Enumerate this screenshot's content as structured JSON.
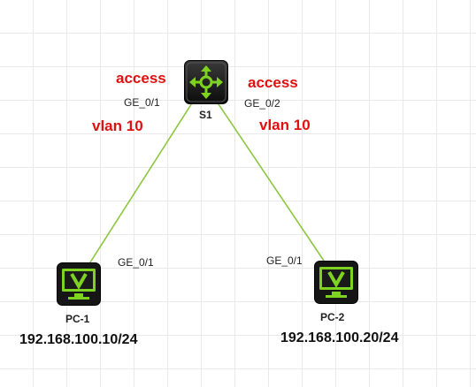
{
  "colors": {
    "link": "#8cc63f",
    "annotation": "#e01010",
    "device_body": "#1a1a1a",
    "device_accent": "#7ed321"
  },
  "devices": {
    "switch": {
      "name": "S1",
      "icon": "switch-icon"
    },
    "pc1": {
      "name": "PC-1",
      "icon": "pc-monitor-icon",
      "ip": "192.168.100.10/24"
    },
    "pc2": {
      "name": "PC-2",
      "icon": "pc-monitor-icon",
      "ip": "192.168.100.20/24"
    }
  },
  "links": [
    {
      "from": "S1",
      "from_port": "GE_0/1",
      "to": "PC-1",
      "to_port": "GE_0/1",
      "mode": "access",
      "vlan": "vlan 10"
    },
    {
      "from": "S1",
      "from_port": "GE_0/2",
      "to": "PC-2",
      "to_port": "GE_0/1",
      "mode": "access",
      "vlan": "vlan 10"
    }
  ]
}
